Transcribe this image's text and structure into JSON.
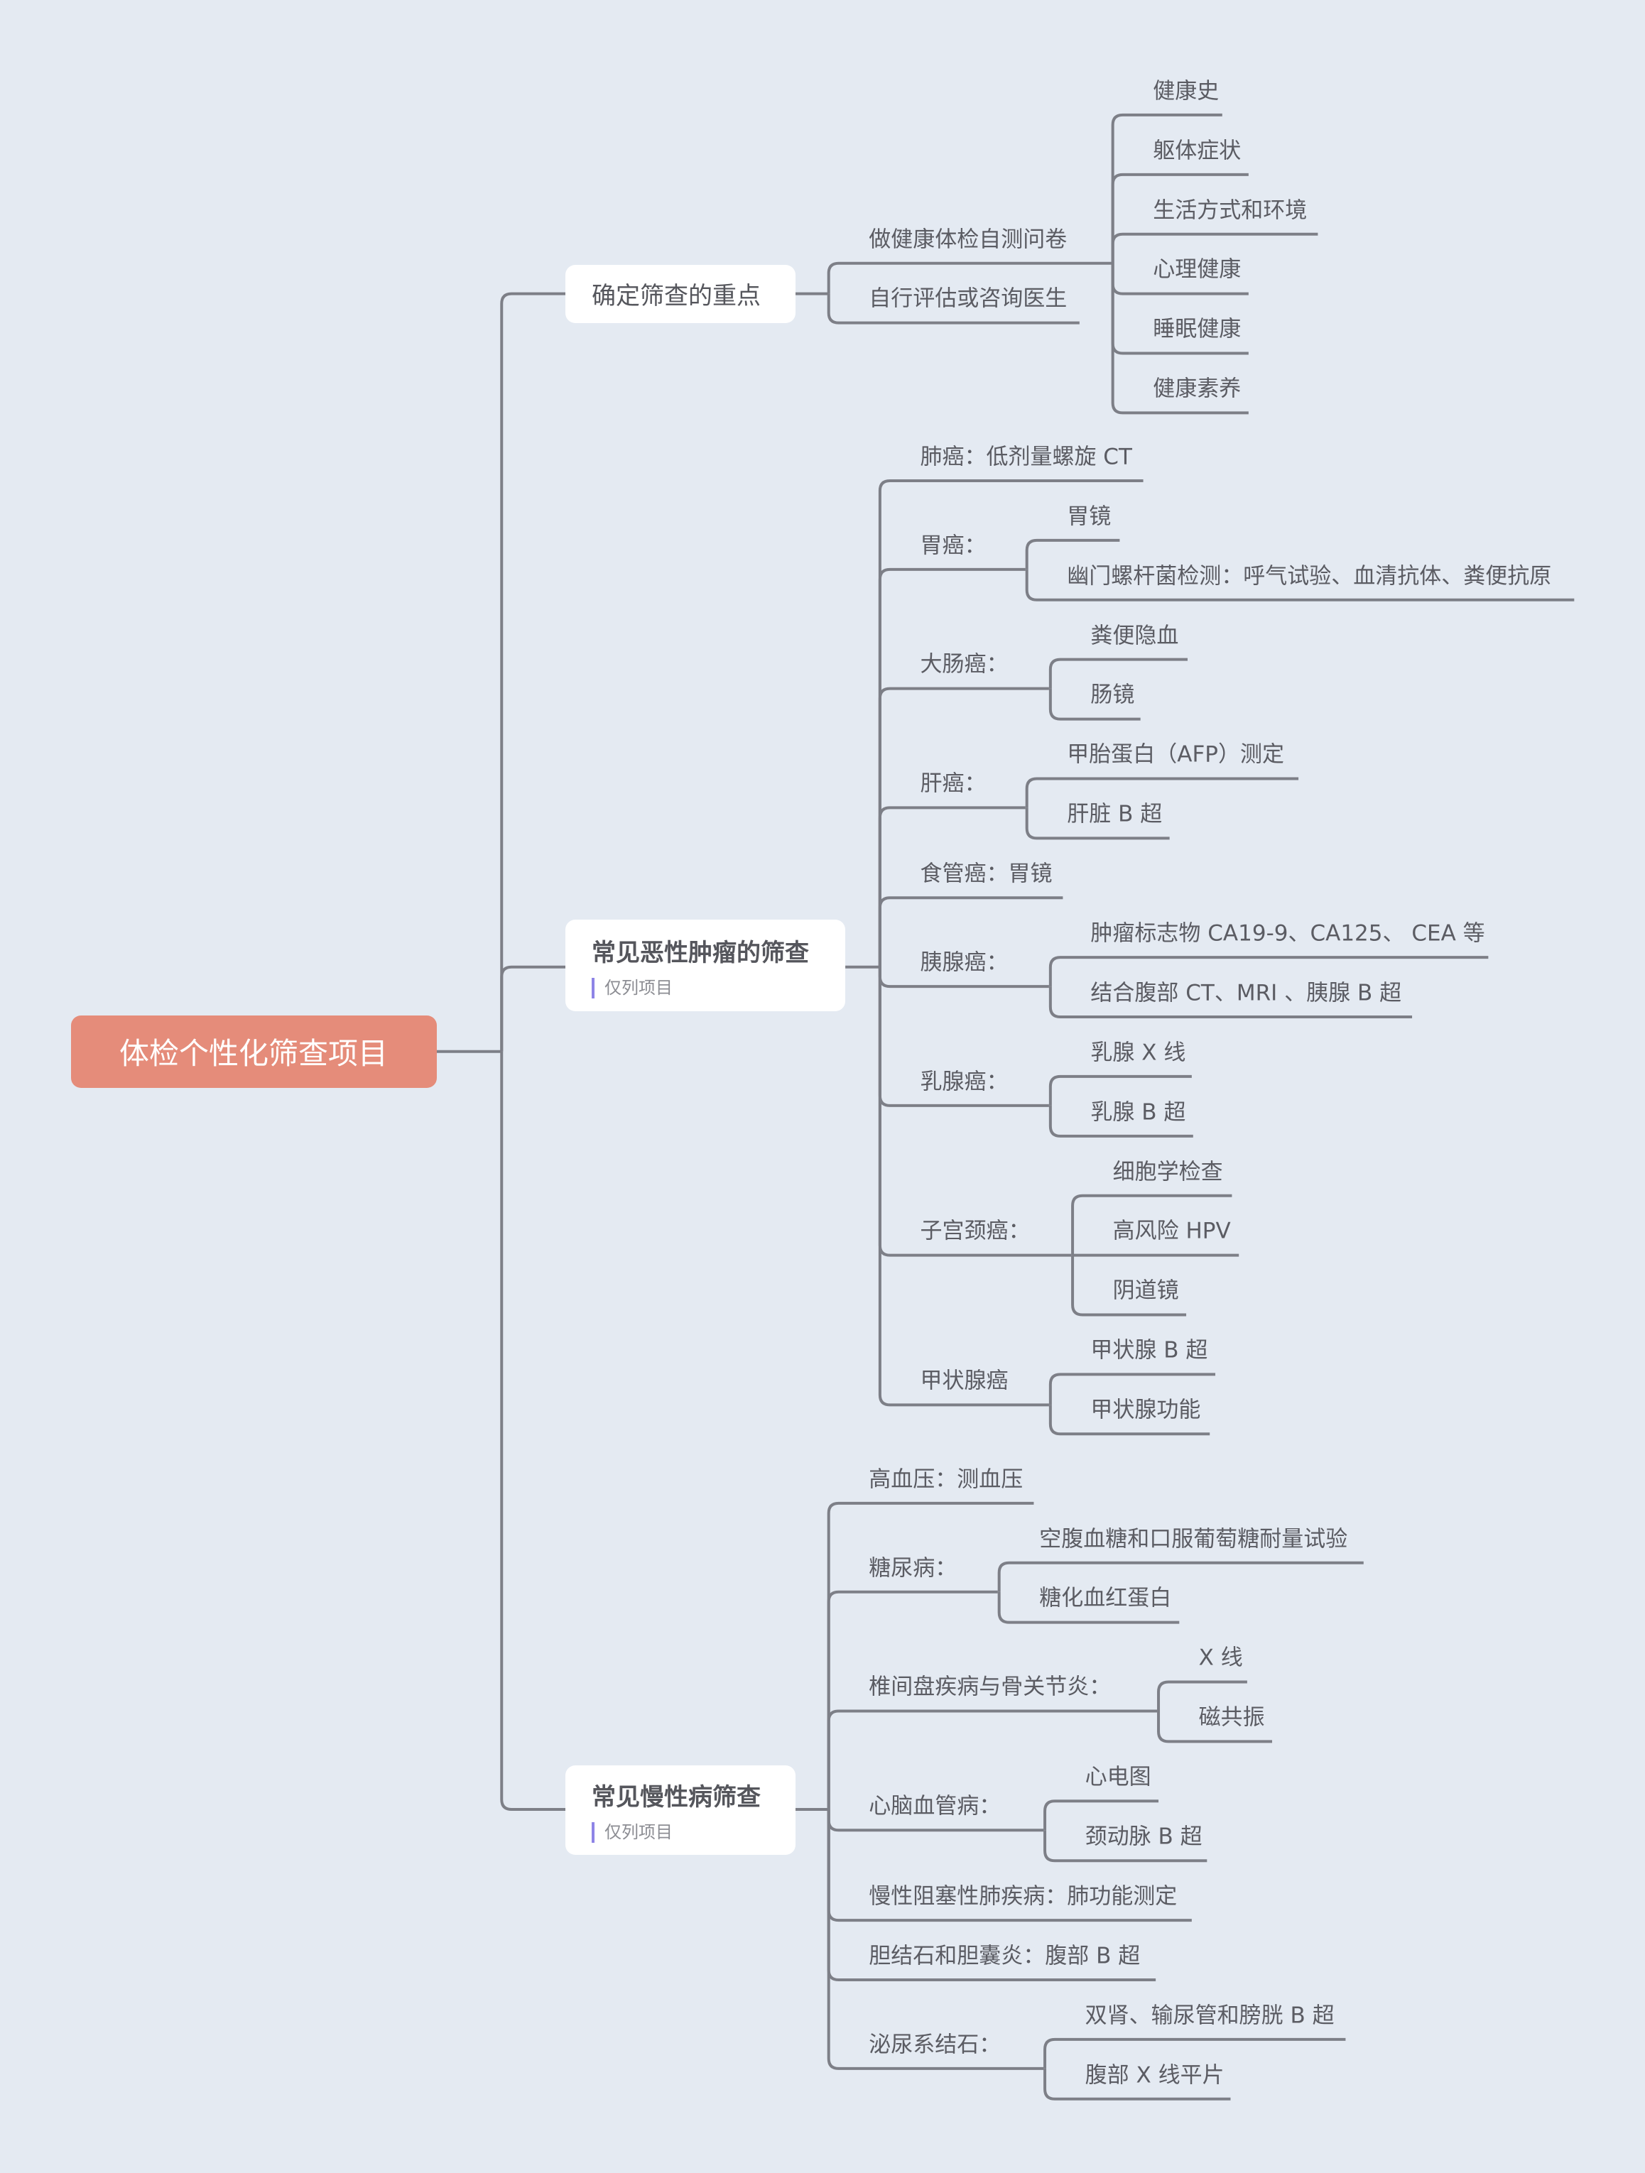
{
  "colors": {
    "background": "#e4eaf2",
    "root": "#e58c7a",
    "line": "#7d7f87",
    "note_bar": "#8e84e6"
  },
  "root": {
    "title": "体检个性化筛查项目"
  },
  "branches": [
    {
      "title": "确定筛查的重点",
      "children": [
        {
          "label": "做健康体检自测问卷",
          "children": [
            {
              "label": "健康史"
            },
            {
              "label": "躯体症状"
            },
            {
              "label": "生活方式和环境"
            },
            {
              "label": "心理健康"
            },
            {
              "label": "睡眠健康"
            },
            {
              "label": "健康素养"
            }
          ]
        },
        {
          "label": "自行评估或咨询医生"
        }
      ]
    },
    {
      "title": "常见恶性肿瘤的筛查",
      "note": "仅列项目",
      "children": [
        {
          "label": "肺癌：低剂量螺旋 CT"
        },
        {
          "label": "胃癌：",
          "children": [
            {
              "label": "胃镜"
            },
            {
              "label": "幽门螺杆菌检测：呼气试验、血清抗体、粪便抗原"
            }
          ]
        },
        {
          "label": "大肠癌：",
          "children": [
            {
              "label": "粪便隐血"
            },
            {
              "label": "肠镜"
            }
          ]
        },
        {
          "label": "肝癌：",
          "children": [
            {
              "label": "甲胎蛋白（AFP）测定"
            },
            {
              "label": "肝脏 B 超"
            }
          ]
        },
        {
          "label": "食管癌：胃镜"
        },
        {
          "label": "胰腺癌：",
          "children": [
            {
              "label": "肿瘤标志物 CA19-9、CA125、 CEA 等"
            },
            {
              "label": "结合腹部 CT、MRI 、胰腺 B 超"
            }
          ]
        },
        {
          "label": "乳腺癌：",
          "children": [
            {
              "label": "乳腺 X 线"
            },
            {
              "label": "乳腺 B 超"
            }
          ]
        },
        {
          "label": "子宫颈癌：",
          "children": [
            {
              "label": "细胞学检查"
            },
            {
              "label": "高风险 HPV"
            },
            {
              "label": "阴道镜"
            }
          ]
        },
        {
          "label": "甲状腺癌",
          "children": [
            {
              "label": "甲状腺 B 超"
            },
            {
              "label": "甲状腺功能"
            }
          ]
        }
      ]
    },
    {
      "title": "常见慢性病筛查",
      "note": "仅列项目",
      "children": [
        {
          "label": "高血压：测血压"
        },
        {
          "label": "糖尿病：",
          "children": [
            {
              "label": "空腹血糖和口服葡萄糖耐量试验"
            },
            {
              "label": "糖化血红蛋白"
            }
          ]
        },
        {
          "label": "椎间盘疾病与骨关节炎：",
          "children": [
            {
              "label": "X 线"
            },
            {
              "label": "磁共振"
            }
          ]
        },
        {
          "label": "心脑血管病：",
          "children": [
            {
              "label": "心电图"
            },
            {
              "label": "颈动脉 B 超"
            }
          ]
        },
        {
          "label": "慢性阻塞性肺疾病：肺功能测定"
        },
        {
          "label": "胆结石和胆囊炎：腹部 B 超"
        },
        {
          "label": "泌尿系结石：",
          "children": [
            {
              "label": "双肾、输尿管和膀胱 B 超"
            },
            {
              "label": "腹部 X 线平片"
            }
          ]
        }
      ]
    }
  ]
}
